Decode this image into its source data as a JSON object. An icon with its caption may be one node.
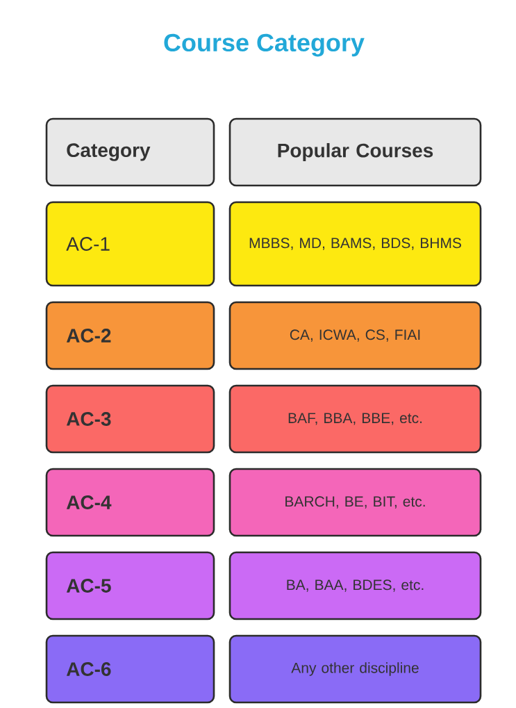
{
  "diagram": {
    "title": "Course Category",
    "nodes": [
      {
        "text": [
          "Category"
        ]
      },
      {
        "text": [
          "Popular Courses"
        ]
      },
      {
        "text": [
          "AC-1"
        ]
      },
      {
        "text": [
          "MBBS, MD, BAMS, BDS, BHMS"
        ]
      },
      {
        "text": [
          "AC-2"
        ]
      },
      {
        "text": [
          "CA, ICWA, CS, FIAI"
        ]
      },
      {
        "text": [
          "AC-3"
        ]
      },
      {
        "text": [
          "BAF, BBA, BBE, etc."
        ]
      },
      {
        "text": [
          "AC-4"
        ]
      },
      {
        "text": [
          "BARCH, BE, BIT, etc."
        ]
      },
      {
        "text": [
          "AC-5"
        ]
      },
      {
        "text": [
          "BA, BAA, BDES, etc."
        ]
      },
      {
        "text": [
          "AC-6"
        ]
      },
      {
        "text": [
          "Any other discipline"
        ]
      }
    ],
    "edges": []
  }
}
